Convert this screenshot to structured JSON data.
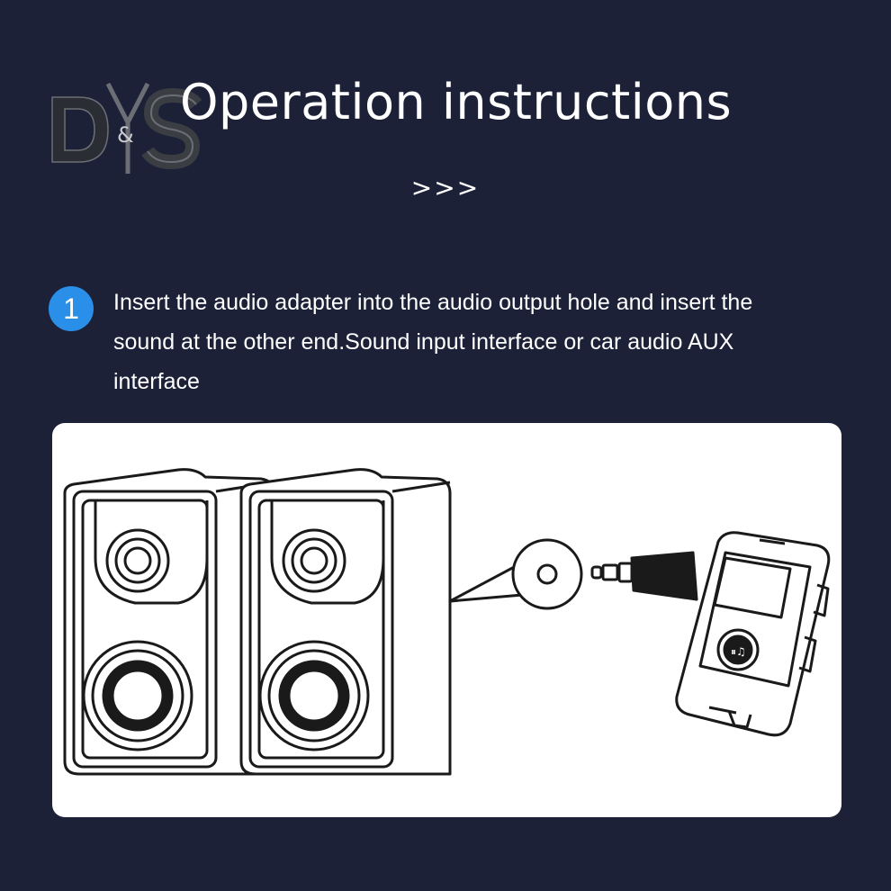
{
  "logo": {
    "text": "D&S"
  },
  "header": {
    "title": "Operation instructions",
    "chevrons": ">>>"
  },
  "step": {
    "number": "1",
    "text": "Insert the audio adapter into the audio output hole and insert the sound at the other end.Sound input interface or car audio AUX interface"
  },
  "device": {
    "button_icon": "pause-play-icon"
  }
}
